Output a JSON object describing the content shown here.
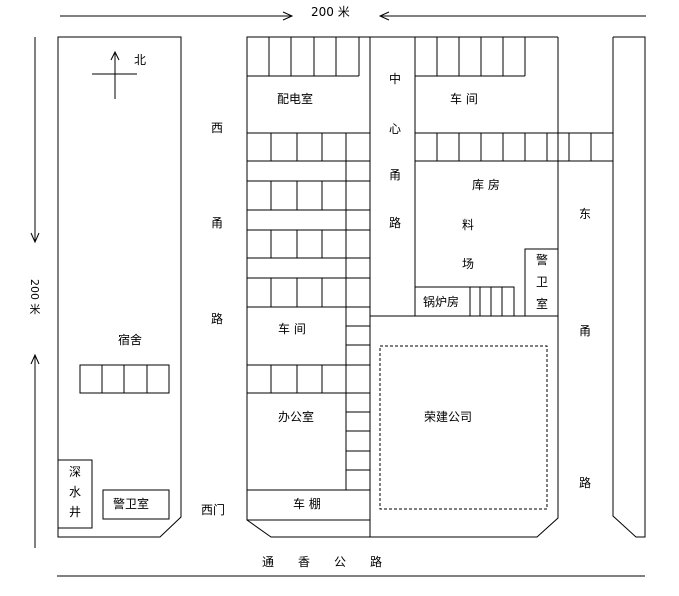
{
  "dimensions": {
    "top": "200 米",
    "left": "200 米"
  },
  "north": "北",
  "roads": {
    "west": [
      "西",
      "甬",
      "路"
    ],
    "center": [
      "中",
      "心",
      "甬",
      "路"
    ],
    "east": [
      "东",
      "甬",
      "路"
    ],
    "south": "通　　香　　公　　路"
  },
  "rooms": {
    "power_room": "配电室",
    "workshop_ne": "车 间",
    "warehouse": "库 房",
    "material_yard": [
      "料",
      "场"
    ],
    "guard_east": [
      "警",
      "卫",
      "室"
    ],
    "boiler_room": "锅炉房",
    "dormitory": "宿舍",
    "workshop_mid": "车 间",
    "office": "办公室",
    "company": "荣建公司",
    "well": [
      "深",
      "水",
      "井"
    ],
    "guard_west": "警卫室",
    "west_gate": "西门",
    "shed": "车 棚"
  }
}
